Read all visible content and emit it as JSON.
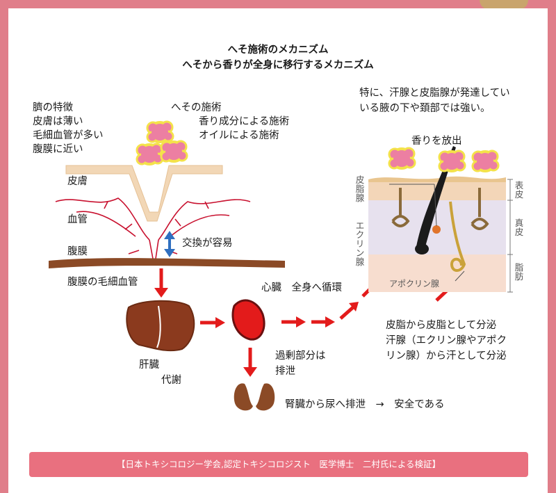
{
  "title": {
    "line1": "へそ施術のメカニズム",
    "line2": "へそから香りが全身に移行するメカニズム"
  },
  "navel_features": {
    "heading": "臍の特徴",
    "items": [
      "皮膚は薄い",
      "毛細血管が多い",
      "腹膜に近い"
    ]
  },
  "navel_treatment": {
    "heading": "へその施術",
    "items": [
      "香り成分による施術",
      "オイルによる施術"
    ]
  },
  "layers": {
    "skin": "皮膚",
    "vessels": "血管",
    "peritoneum": "腹膜",
    "capillaries": "腹膜の毛細血管"
  },
  "exchange_label": "交換が容易",
  "liver": {
    "line1": "肝臓",
    "line2": "代謝"
  },
  "heart_label": "心臓　全身へ循環",
  "excess": {
    "line1": "過剰部分は",
    "line2": "排泄"
  },
  "kidney_label": "腎臓から尿へ排泄　→　安全である",
  "right_note": {
    "line1": "特に、汗腺と皮脂腺が発達してい",
    "line2": "いる腋の下や頚部では強い。"
  },
  "release_label": "香りを放出",
  "skin_diagram": {
    "sebaceous": "皮脂腺",
    "eccrine": "エクリン腺",
    "apocrine": "アポクリン腺",
    "epidermis": "表皮",
    "dermis": "真皮",
    "fat": "脂肪"
  },
  "secretion": {
    "line1": "皮脂から皮脂として分泌",
    "line2": "汗腺（エクリン腺やアポク",
    "line3": "リン腺）から汗として分泌"
  },
  "banner_text": "【日本トキシコロジー学会,認定トキシコロジスト　医学博士　二村氏による検証】",
  "colors": {
    "frame": "#e07e8a",
    "banner": "#e9707f",
    "arrow": "#e31b1b",
    "vessel": "#c8102e",
    "organ": "#8b3a1e",
    "aroma": "#ec7fa2"
  },
  "icons": [
    "aroma-cloud-icon",
    "liver-icon",
    "heart-icon",
    "kidney-icon",
    "exchange-arrow-icon"
  ]
}
